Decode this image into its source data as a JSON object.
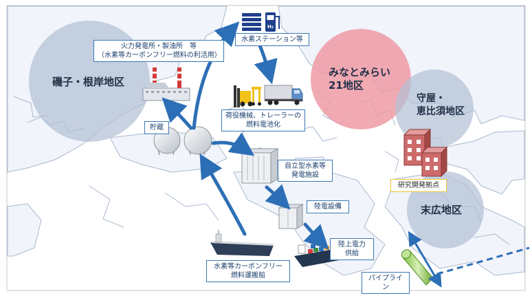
{
  "districts": {
    "isogo": "磯子・根岸地区",
    "minatomirai": "みなとみらい\n21地区",
    "moriya": "守屋・\n恵比須地区",
    "suehiro": "末広地区"
  },
  "labels": {
    "power_plant": "火力発電所・製油所　等\n（水素等カーボンフリー燃料の利活用）",
    "station": "水素ステーション等",
    "cargo": "荷役機械、トレーラーの\n燃料電池化",
    "storage": "貯蔵",
    "generation": "自立型水素等\n発電施設",
    "shore_equipment": "陸電設備",
    "shore_supply": "陸上電力\n供給",
    "ship": "水素等カーボンフリー\n燃料運搬船",
    "pipeline": "パイプライン",
    "research": "研究開発拠点"
  },
  "icons": {
    "station_badge": "H₂"
  },
  "colors": {
    "district": "#b3c1d6",
    "minatomirai": "#ef9aa5",
    "arrow": "#2d6fb6",
    "land": "#f1f4fa",
    "sea_line": "#a9b8cf"
  }
}
